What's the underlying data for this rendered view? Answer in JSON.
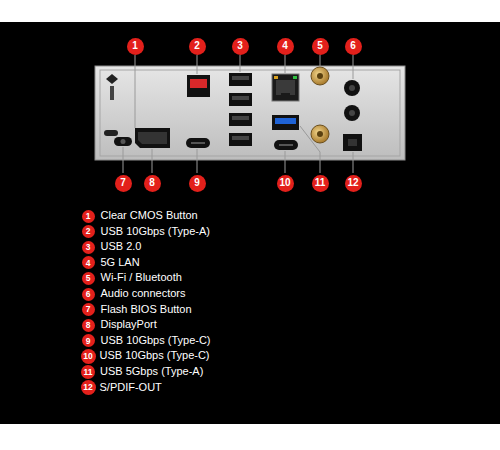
{
  "diagram": {
    "nodes": [
      {
        "text": [
          "1"
        ]
      },
      {
        "text": [
          "2"
        ]
      },
      {
        "text": [
          "3"
        ]
      },
      {
        "text": [
          "4"
        ]
      },
      {
        "text": [
          "5"
        ]
      },
      {
        "text": [
          "6"
        ]
      },
      {
        "text": [
          "7"
        ]
      },
      {
        "text": [
          "8"
        ]
      },
      {
        "text": [
          "9"
        ]
      },
      {
        "text": [
          "10"
        ]
      },
      {
        "text": [
          "11"
        ]
      },
      {
        "text": [
          "12"
        ]
      },
      {
        "text": [
          "1",
          "Clear CMOS Button"
        ]
      },
      {
        "text": [
          "2",
          "USB 10Gbps (Type-A)"
        ]
      },
      {
        "text": [
          "3",
          "USB 2.0"
        ]
      },
      {
        "text": [
          "4",
          "5G LAN"
        ]
      },
      {
        "text": [
          "5",
          "Wi-Fi / Bluetooth"
        ]
      },
      {
        "text": [
          "6",
          "Audio connectors"
        ]
      },
      {
        "text": [
          "7",
          "Flash BIOS Button"
        ]
      },
      {
        "text": [
          "8",
          "DisplayPort"
        ]
      },
      {
        "text": [
          "9",
          "USB 10Gbps (Type-C)"
        ]
      },
      {
        "text": [
          "10",
          "USB 10Gbps (Type-C)"
        ]
      },
      {
        "text": [
          "11",
          "USB 5Gbps (Type-A)"
        ]
      },
      {
        "text": [
          "12",
          "S/PDIF-OUT"
        ]
      }
    ]
  }
}
